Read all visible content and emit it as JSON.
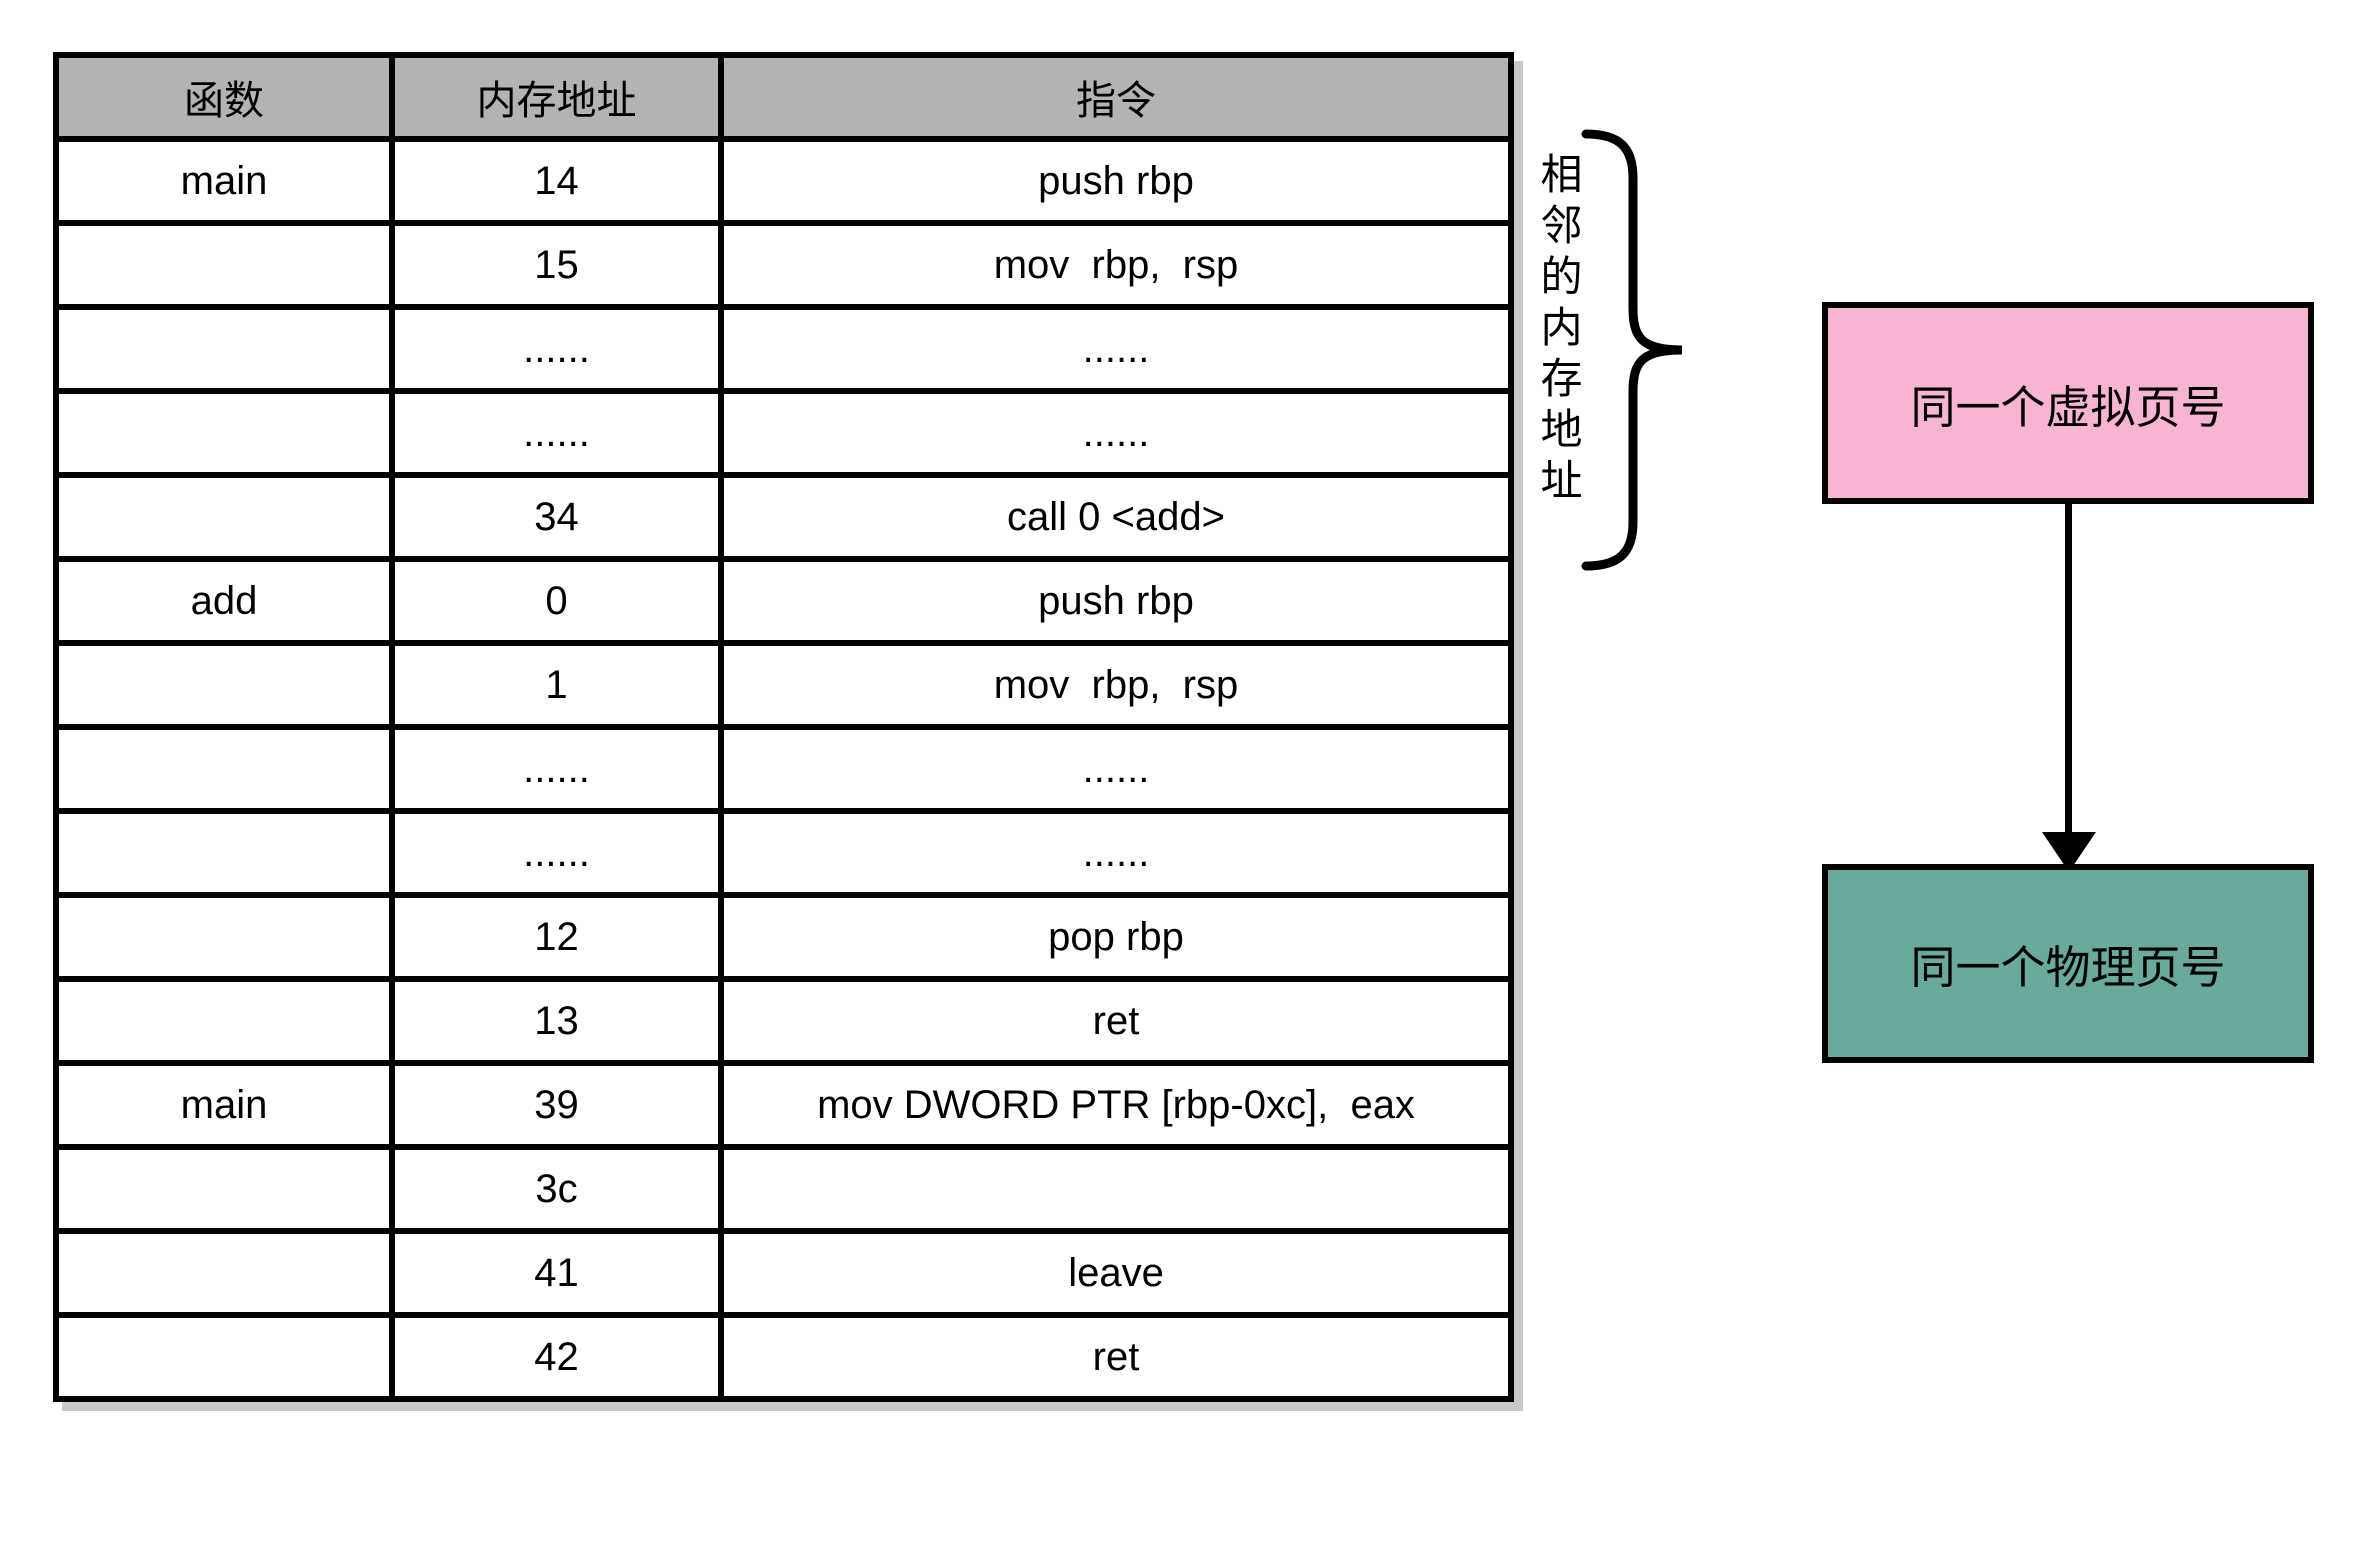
{
  "table": {
    "headers": [
      "函数",
      "内存地址",
      "指令"
    ],
    "header_bg": "#b3b3b3",
    "rows": [
      {
        "func": "main",
        "addr": "14",
        "instr": "push rbp"
      },
      {
        "func": "",
        "addr": "15",
        "instr": "mov  rbp,  rsp"
      },
      {
        "func": "",
        "addr": "......",
        "instr": "......"
      },
      {
        "func": "",
        "addr": "......",
        "instr": "......"
      },
      {
        "func": "",
        "addr": "34",
        "instr": "call 0 <add>"
      },
      {
        "func": "add",
        "addr": "0",
        "instr": "push rbp"
      },
      {
        "func": "",
        "addr": "1",
        "instr": "mov  rbp,  rsp"
      },
      {
        "func": "",
        "addr": "......",
        "instr": "......"
      },
      {
        "func": "",
        "addr": "......",
        "instr": "......"
      },
      {
        "func": "",
        "addr": "12",
        "instr": "pop rbp"
      },
      {
        "func": "",
        "addr": "13",
        "instr": "ret"
      },
      {
        "func": "main",
        "addr": "39",
        "instr": "mov DWORD PTR [rbp-0xc],  eax"
      },
      {
        "func": "",
        "addr": "3c",
        "instr": ""
      },
      {
        "func": "",
        "addr": "41",
        "instr": "leave"
      },
      {
        "func": "",
        "addr": "42",
        "instr": "ret"
      }
    ]
  },
  "annotation": {
    "brace_label": "相邻的内存地址"
  },
  "flow": {
    "virtual_box": {
      "label": "同一个虚拟页号",
      "fill": "#f8b5d3"
    },
    "physical_box": {
      "label": "同一个物理页号",
      "fill": "#6aaa9c"
    },
    "arrow_direction": "down"
  },
  "colors": {
    "table_header_bg": "#b3b3b3",
    "table_border": "#000000",
    "shadow": "#c9c9c9",
    "virtual_page_fill": "#f8b5d3",
    "physical_page_fill": "#6aaa9c"
  }
}
